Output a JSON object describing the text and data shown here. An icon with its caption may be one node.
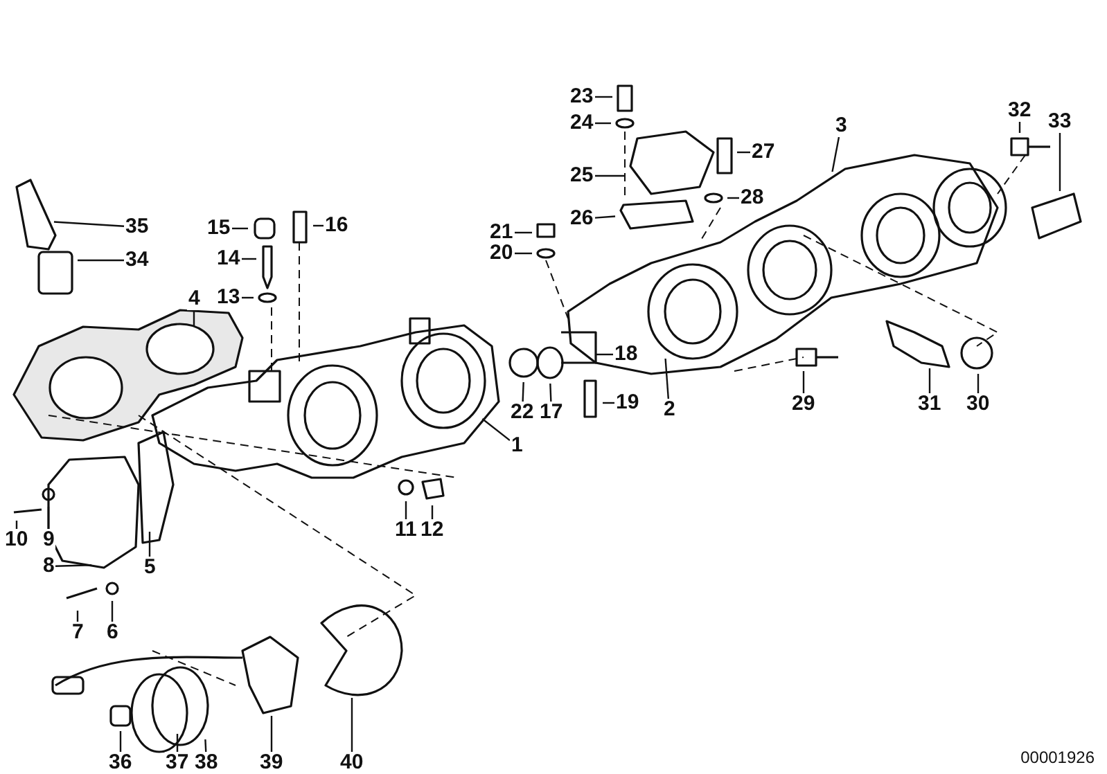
{
  "diagram": {
    "nodes": [
      {
        "text": [
          "1"
        ]
      },
      {
        "text": [
          "2"
        ]
      },
      {
        "text": [
          "3"
        ]
      },
      {
        "text": [
          "4"
        ]
      },
      {
        "text": [
          "5"
        ]
      },
      {
        "text": [
          "6"
        ]
      },
      {
        "text": [
          "7"
        ]
      },
      {
        "text": [
          "8"
        ]
      },
      {
        "text": [
          "9"
        ]
      },
      {
        "text": [
          "10"
        ]
      },
      {
        "text": [
          "11"
        ]
      },
      {
        "text": [
          "12"
        ]
      },
      {
        "text": [
          "13"
        ]
      },
      {
        "text": [
          "14"
        ]
      },
      {
        "text": [
          "15"
        ]
      },
      {
        "text": [
          "16"
        ]
      },
      {
        "text": [
          "17"
        ]
      },
      {
        "text": [
          "18"
        ]
      },
      {
        "text": [
          "19"
        ]
      },
      {
        "text": [
          "20"
        ]
      },
      {
        "text": [
          "21"
        ]
      },
      {
        "text": [
          "22"
        ]
      },
      {
        "text": [
          "23"
        ]
      },
      {
        "text": [
          "24"
        ]
      },
      {
        "text": [
          "25"
        ]
      },
      {
        "text": [
          "26"
        ]
      },
      {
        "text": [
          "27"
        ]
      },
      {
        "text": [
          "28"
        ]
      },
      {
        "text": [
          "29"
        ]
      },
      {
        "text": [
          "30"
        ]
      },
      {
        "text": [
          "31"
        ]
      },
      {
        "text": [
          "32"
        ]
      },
      {
        "text": [
          "33"
        ]
      },
      {
        "text": [
          "34"
        ]
      },
      {
        "text": [
          "35"
        ]
      },
      {
        "text": [
          "36"
        ]
      },
      {
        "text": [
          "37"
        ]
      },
      {
        "text": [
          "38"
        ]
      },
      {
        "text": [
          "39"
        ]
      },
      {
        "text": [
          "40"
        ]
      }
    ],
    "edges": [
      {
        "from": 0,
        "to": null,
        "arrow": "none"
      },
      {
        "from": 1,
        "to": null,
        "arrow": "none"
      },
      {
        "from": 2,
        "to": null,
        "arrow": "none"
      },
      {
        "from": 3,
        "to": null,
        "arrow": "none"
      },
      {
        "from": 4,
        "to": null,
        "arrow": "none"
      },
      {
        "from": 5,
        "to": null,
        "arrow": "none"
      },
      {
        "from": 6,
        "to": null,
        "arrow": "none"
      },
      {
        "from": 7,
        "to": null,
        "arrow": "none"
      },
      {
        "from": 8,
        "to": null,
        "arrow": "none"
      },
      {
        "from": 9,
        "to": null,
        "arrow": "none"
      },
      {
        "from": 10,
        "to": null,
        "arrow": "none"
      },
      {
        "from": 11,
        "to": null,
        "arrow": "none"
      },
      {
        "from": 12,
        "to": null,
        "arrow": "none"
      },
      {
        "from": 13,
        "to": null,
        "arrow": "none"
      },
      {
        "from": 14,
        "to": null,
        "arrow": "none"
      },
      {
        "from": 15,
        "to": null,
        "arrow": "none"
      },
      {
        "from": 16,
        "to": null,
        "arrow": "none"
      },
      {
        "from": 17,
        "to": null,
        "arrow": "none"
      },
      {
        "from": 18,
        "to": null,
        "arrow": "none"
      },
      {
        "from": 19,
        "to": null,
        "arrow": "none"
      },
      {
        "from": 20,
        "to": null,
        "arrow": "none"
      },
      {
        "from": 21,
        "to": null,
        "arrow": "none"
      },
      {
        "from": 22,
        "to": null,
        "arrow": "none"
      },
      {
        "from": 23,
        "to": null,
        "arrow": "none"
      },
      {
        "from": 24,
        "to": null,
        "arrow": "none"
      },
      {
        "from": 25,
        "to": null,
        "arrow": "none"
      },
      {
        "from": 26,
        "to": null,
        "arrow": "none"
      },
      {
        "from": 27,
        "to": null,
        "arrow": "none"
      },
      {
        "from": 28,
        "to": null,
        "arrow": "none"
      },
      {
        "from": 29,
        "to": null,
        "arrow": "none"
      },
      {
        "from": 30,
        "to": null,
        "arrow": "none"
      },
      {
        "from": 31,
        "to": null,
        "arrow": "none"
      },
      {
        "from": 32,
        "to": null,
        "arrow": "none"
      },
      {
        "from": 33,
        "to": null,
        "arrow": "none"
      },
      {
        "from": 34,
        "to": null,
        "arrow": "none"
      },
      {
        "from": 35,
        "to": null,
        "arrow": "none"
      },
      {
        "from": 36,
        "to": null,
        "arrow": "none"
      },
      {
        "from": 37,
        "to": null,
        "arrow": "none"
      },
      {
        "from": 38,
        "to": null,
        "arrow": "none"
      },
      {
        "from": 39,
        "to": null,
        "arrow": "none"
      }
    ],
    "labels": [
      "00001926"
    ]
  }
}
